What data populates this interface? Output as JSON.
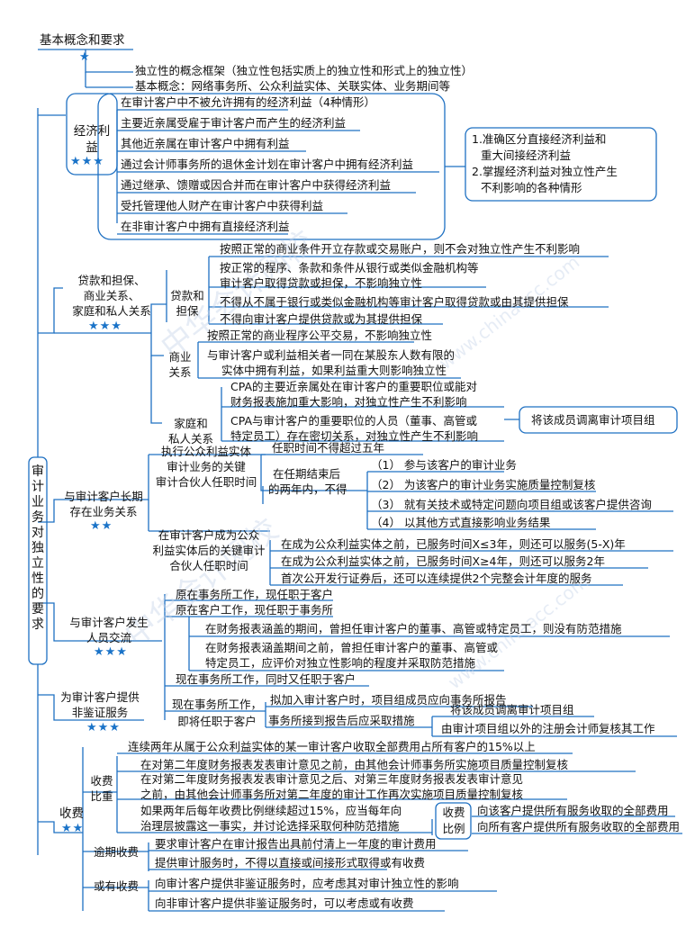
{
  "root": {
    "title": "基本概念和要求",
    "stars": "★",
    "center": "审计业务对独立性的要求"
  },
  "intro": [
    "独立性的概念框架（独立性包括实质上的独立性和形式上的独立性）",
    "基本概念：网络事务所、公众利益实体、关联实体、业务期间等"
  ],
  "econ": {
    "label": "经济利益",
    "stars": "★★★",
    "items": [
      "在审计客户中不被允许拥有的经济利益（4种情形）",
      "主要近亲属受雇于审计客户而产生的经济利益",
      "其他近亲属在审计客户中拥有利益",
      "通过会计师事务所的退休金计划在审计客户中拥有经济利益",
      "通过继承、馈赠或因合并而在审计客户中获得经济利益",
      "受托管理他人财产在审计客户中获得利益",
      "在非审计客户中拥有直接经济利益"
    ],
    "notes": [
      "1.准确区分直接经济利益和",
      "重大间接经济利益",
      "2.掌握经济利益对独立性产生",
      "不利影响的各种情形"
    ]
  },
  "loan": {
    "label": [
      "贷款和担保、",
      "商业关系、",
      "家庭和私人关系"
    ],
    "stars": "★★★",
    "loan_label": [
      "贷款和",
      "担保"
    ],
    "loan_items": [
      "按照正常的商业条件开立存款或交易账户，则不会对独立性产生不利影响",
      "按正常的程序、条款和条件从银行或类似金融机构等",
      "审计客户取得贷款或担保，不影响独立性",
      "不得从不属于银行或类似金融机构等审计客户取得贷款或由其提供担保",
      "不得向审计客户提供贷款或为其提供担保"
    ],
    "biz_label": [
      "商业",
      "关系"
    ],
    "biz_items": [
      "按照正常的商业程序公平交易，不影响独立性",
      "与审计客户或利益相关者一同在某股东人数有限的",
      "实体中拥有利益，如果利益重大则影响独立性"
    ],
    "fam_label": [
      "家庭和",
      "私人关系"
    ],
    "fam_items": [
      "CPA的主要近亲属处在审计客户的重要职位或能对",
      "财务报表施加重大影响，对独立性产生不利影响",
      "CPA与审计客户的重要职位的人员（董事、高管或",
      "特定员工）存在密切关系，对独立性产生不利影响"
    ],
    "fam_action": "将该成员调离审计项目组"
  },
  "long": {
    "label": [
      "与审计客户长期",
      "存在业务关系"
    ],
    "stars": "★★",
    "p1_label": [
      "执行公众利益实体",
      "审计业务的关键",
      "审计合伙人任职时间"
    ],
    "p1_a": "任职时间不得超过五年",
    "p1_b": [
      "在任期结束后",
      "的两年内，不得"
    ],
    "p1_items": [
      "（1） 参与该客户的审计业务",
      "（2） 为该客户的审计业务实施质量控制复核",
      "（3） 就有关技术或特定问题向项目组或该客户提供咨询",
      "（4） 以其他方式直接影响业务结果"
    ],
    "p2_label": [
      "在审计客户成为公众",
      "利益实体后的关键审计",
      "合伙人任职时间"
    ],
    "p2_items": [
      "在成为公众利益实体之前，已服务时间X≤3年，则还可以服务(5-X)年",
      "在成为公众利益实体之前，已服务时间X≥4年，则还可以服务2年",
      "首次公开发行证券后，还可以连续提供2个完整会计年度的服务"
    ]
  },
  "staff": {
    "label": [
      "与审计客户发生",
      "人员交流"
    ],
    "stars": "★★★",
    "items": [
      "原在事务所工作，现任职于客户",
      "原在客户工作，现任职于事务所",
      "现在事务所工作，同时又任职于客户"
    ],
    "sub": [
      "在财务报表涵盖的期间，曾担任审计客户的董事、高管或特定员工，则没有防范措施",
      "在财务报表涵盖期间之前，曾担任审计客户的董事、高管或",
      "特定员工，应评价对独立性影响的程度并采取防范措施"
    ],
    "future_label": [
      "现在事务所工作，",
      "即将任职于客户"
    ],
    "future_a": "拟加入审计客户时，项目组成员应向事务所报告",
    "future_b": "事务所接到报告后应采取措施",
    "future_c": [
      "将该成员调离审计项目组",
      "由审计项目组以外的注册会计师复核其工作"
    ]
  },
  "nonassure": {
    "label": [
      "为审计客户提供",
      "非鉴证服务"
    ],
    "stars": "★★★"
  },
  "fee": {
    "label": "收费",
    "stars": "★★",
    "ratio_label": [
      "收费",
      "比重"
    ],
    "ratio_head": "连续两年从属于公众利益实体的某一审计客户收取全部费用占所有客户的15%以上",
    "ratio_items": [
      "在对第二年度财务报表发表审计意见之前，由其他会计师事务所实施项目质量控制复核",
      "在对第二年度财务报表发表审计意见之后、对第三年度财务报表发表审计意见",
      "之前，由其他会计师事务所对第二年度的审计工作再次实施项目质量控制复核",
      "如果两年后每年收费比例继续超过15%，应当每年向",
      "治理层披露这一事实，并讨论选择采取何种防范措施"
    ],
    "ratio2_label": [
      "收费",
      "比例"
    ],
    "ratio2_items": [
      "向该客户提供所有服务收取的全部费用",
      "向所有客户提供所有服务收取的全部费用"
    ],
    "overdue_label": "逾期收费",
    "overdue_items": [
      "要求审计客户在审计报告出具前付清上一年度的审计费用",
      "提供审计服务时，不得以直接或间接形式取得或有收费"
    ],
    "contingent_label": "或有收费",
    "contingent_items": [
      "向审计客户提供非鉴证服务时，应考虑其对审计独立性的影响",
      "向非审计客户提供非鉴证服务时，可以考虑或有收费"
    ]
  },
  "watermark": [
    "中华会计网校",
    "www.chinaacc.com"
  ]
}
